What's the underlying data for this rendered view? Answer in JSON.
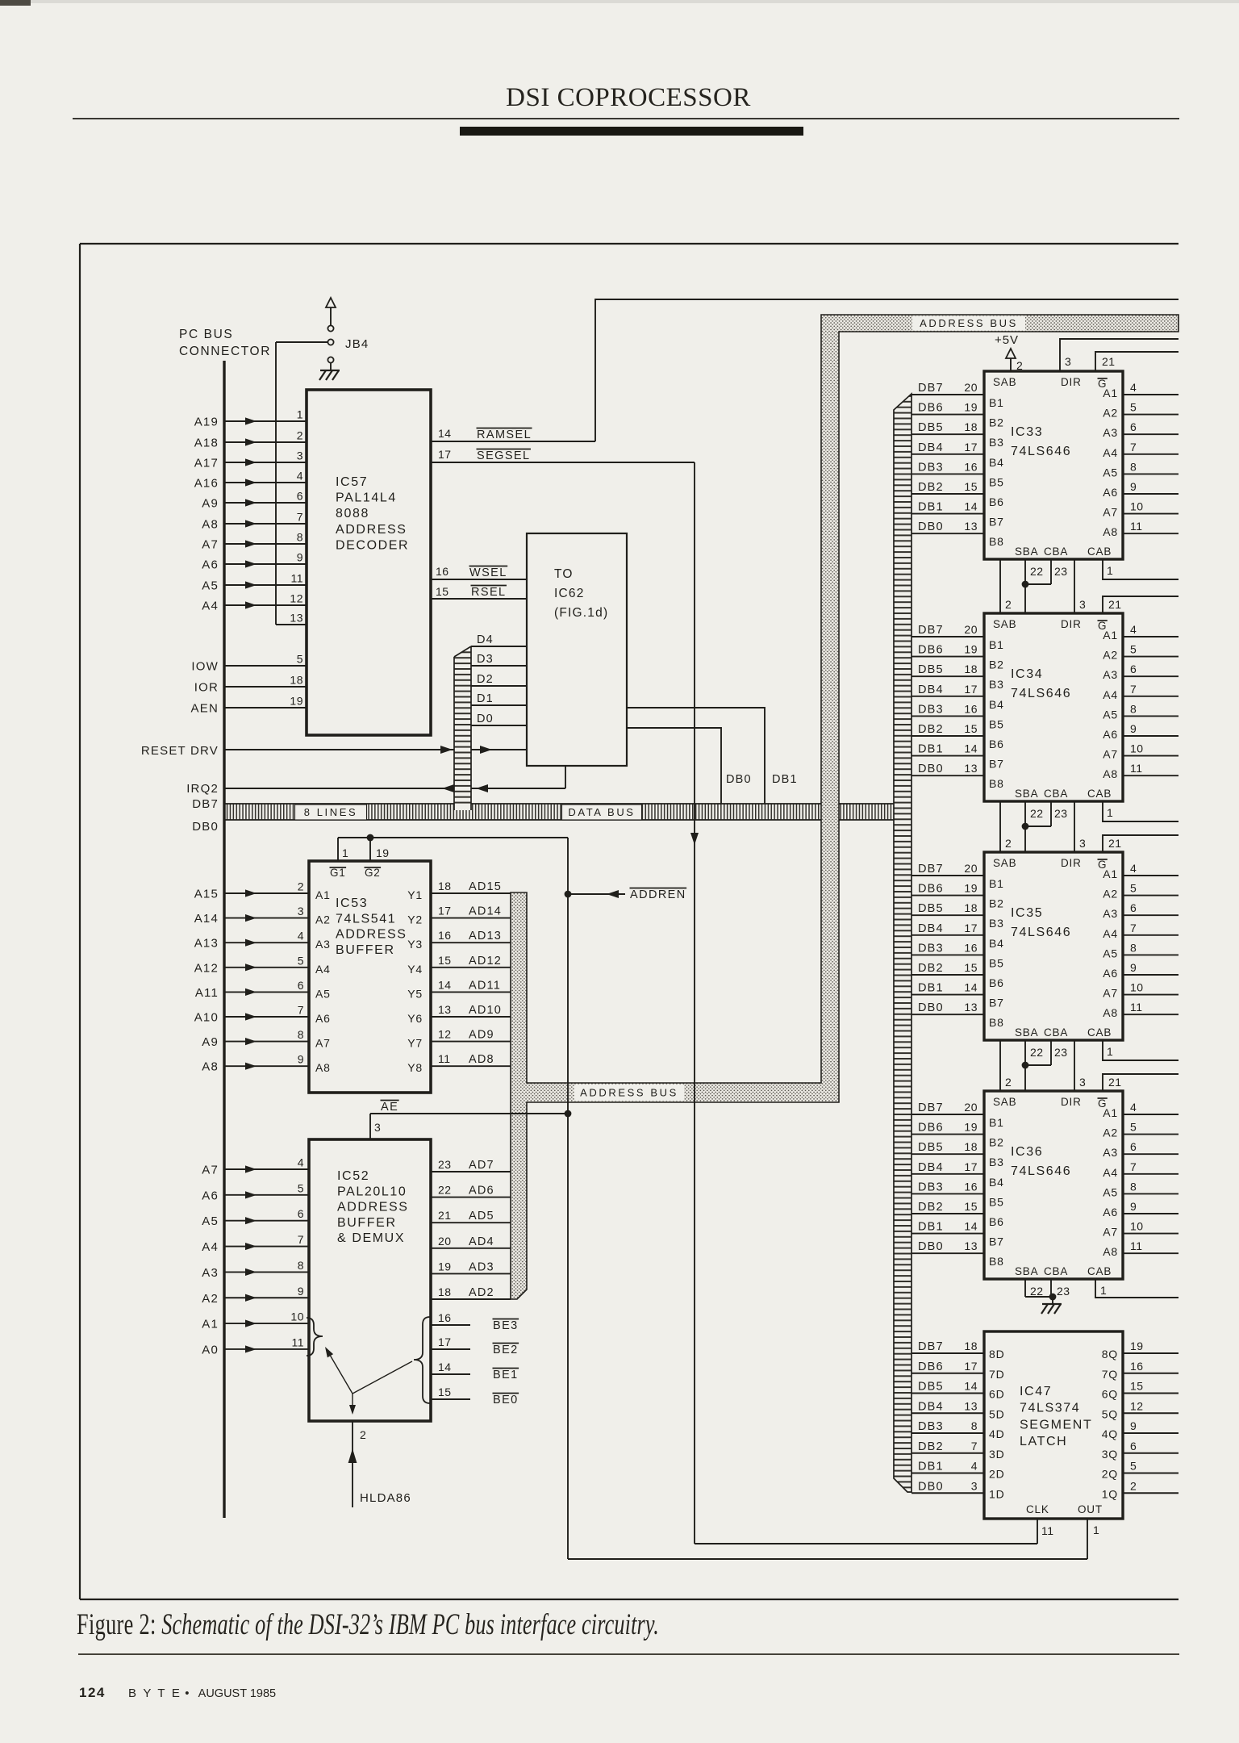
{
  "header": {
    "title": "DSI COPROCESSOR"
  },
  "caption": {
    "label": "Figure 2:",
    "text": "Schematic of the DSI-32’s IBM PC bus interface circuitry."
  },
  "footer": {
    "page_number": "124",
    "magazine": "B Y T E",
    "bullet": "•",
    "issue": "AUGUST 1985"
  },
  "colors": {
    "paper": "#f0efea",
    "ink": "#201f1b"
  },
  "schematic": {
    "pc_bus_label": [
      "PC BUS",
      "CONNECTOR"
    ],
    "jumper_label": "JB4",
    "plus5v_label": "+5V",
    "reset_label": "RESET DRV",
    "irq_label": "IRQ2",
    "db7_label": "DB7",
    "db0_label": "DB0",
    "eight_lines_label": "8 LINES",
    "data_bus_label": "DATA BUS",
    "address_bus_label_top": "ADDRESS BUS",
    "address_bus_label_mid": "ADDRESS BUS",
    "addren_label": "ADDREN",
    "ae_label": "AE",
    "ae_pin": "3",
    "hlda_label": "HLDA86",
    "hlda_pin": "2",
    "db_drop_labels": [
      "DB0",
      "DB1"
    ],
    "ic57": {
      "title": [
        "IC57",
        "PAL14L4",
        "8088",
        "ADDRESS",
        "DECODER"
      ],
      "left_pins": [
        {
          "pin": "1",
          "signal": "A19"
        },
        {
          "pin": "2",
          "signal": "A18"
        },
        {
          "pin": "3",
          "signal": "A17"
        },
        {
          "pin": "4",
          "signal": "A16"
        },
        {
          "pin": "6",
          "signal": "A9"
        },
        {
          "pin": "7",
          "signal": "A8"
        },
        {
          "pin": "8",
          "signal": "A7"
        },
        {
          "pin": "9",
          "signal": "A6"
        },
        {
          "pin": "11",
          "signal": "A5"
        },
        {
          "pin": "12",
          "signal": "A4"
        },
        {
          "pin": "13",
          "signal": ""
        }
      ],
      "ctrl_pins": [
        {
          "pin": "5",
          "signal": "IOW"
        },
        {
          "pin": "18",
          "signal": "IOR"
        },
        {
          "pin": "19",
          "signal": "AEN"
        }
      ],
      "sel_outputs": [
        {
          "pin": "14",
          "signal": "RAMSEL"
        },
        {
          "pin": "17",
          "signal": "SEGSEL"
        }
      ],
      "rw_outputs": [
        {
          "pin": "16",
          "signal": "WSEL"
        },
        {
          "pin": "15",
          "signal": "RSEL"
        }
      ]
    },
    "ic62": {
      "title": [
        "TO",
        "IC62",
        "(FIG.1d)"
      ],
      "d_pins": [
        "D4",
        "D3",
        "D2",
        "D1",
        "D0"
      ]
    },
    "ic53": {
      "title": [
        "IC53",
        "74LS541",
        "ADDRESS",
        "BUFFER"
      ],
      "g_labels": [
        "G1",
        "G2"
      ],
      "g_pins": [
        "1",
        "19"
      ],
      "inputs": [
        {
          "pin": "2",
          "signal": "A15",
          "port": "A1"
        },
        {
          "pin": "3",
          "signal": "A14",
          "port": "A2"
        },
        {
          "pin": "4",
          "signal": "A13",
          "port": "A3"
        },
        {
          "pin": "5",
          "signal": "A12",
          "port": "A4"
        },
        {
          "pin": "6",
          "signal": "A11",
          "port": "A5"
        },
        {
          "pin": "7",
          "signal": "A10",
          "port": "A6"
        },
        {
          "pin": "8",
          "signal": "A9",
          "port": "A7"
        },
        {
          "pin": "9",
          "signal": "A8",
          "port": "A8"
        }
      ],
      "outputs": [
        {
          "pin": "18",
          "signal": "AD15",
          "port": "Y1"
        },
        {
          "pin": "17",
          "signal": "AD14",
          "port": "Y2"
        },
        {
          "pin": "16",
          "signal": "AD13",
          "port": "Y3"
        },
        {
          "pin": "15",
          "signal": "AD12",
          "port": "Y4"
        },
        {
          "pin": "14",
          "signal": "AD11",
          "port": "Y5"
        },
        {
          "pin": "13",
          "signal": "AD10",
          "port": "Y6"
        },
        {
          "pin": "12",
          "signal": "AD9",
          "port": "Y7"
        },
        {
          "pin": "11",
          "signal": "AD8",
          "port": "Y8"
        }
      ]
    },
    "ic52": {
      "title": [
        "IC52",
        "PAL20L10",
        "ADDRESS",
        "BUFFER",
        "& DEMUX"
      ],
      "inputs": [
        {
          "pin": "4",
          "signal": "A7"
        },
        {
          "pin": "5",
          "signal": "A6"
        },
        {
          "pin": "6",
          "signal": "A5"
        },
        {
          "pin": "7",
          "signal": "A4"
        },
        {
          "pin": "8",
          "signal": "A3"
        },
        {
          "pin": "9",
          "signal": "A2"
        },
        {
          "pin": "10",
          "signal": "A1"
        },
        {
          "pin": "11",
          "signal": "A0"
        }
      ],
      "ad_outputs": [
        {
          "pin": "23",
          "signal": "AD7"
        },
        {
          "pin": "22",
          "signal": "AD6"
        },
        {
          "pin": "21",
          "signal": "AD5"
        },
        {
          "pin": "20",
          "signal": "AD4"
        },
        {
          "pin": "19",
          "signal": "AD3"
        },
        {
          "pin": "18",
          "signal": "AD2"
        }
      ],
      "be_outputs": [
        {
          "pin": "16",
          "signal": "BE3"
        },
        {
          "pin": "17",
          "signal": "BE2"
        },
        {
          "pin": "14",
          "signal": "BE1"
        },
        {
          "pin": "15",
          "signal": "BE0"
        }
      ]
    },
    "ic646": {
      "chips": [
        {
          "name": "IC33",
          "part": "74LS646"
        },
        {
          "name": "IC34",
          "part": "74LS646"
        },
        {
          "name": "IC35",
          "part": "74LS646"
        },
        {
          "name": "IC36",
          "part": "74LS646"
        }
      ],
      "b_ports": [
        "B1",
        "B2",
        "B3",
        "B4",
        "B5",
        "B6",
        "B7",
        "B8"
      ],
      "a_ports": [
        "A1",
        "A2",
        "A3",
        "A4",
        "A5",
        "A6",
        "A7",
        "A8"
      ],
      "db_signals": [
        "DB7",
        "DB6",
        "DB5",
        "DB4",
        "DB3",
        "DB2",
        "DB1",
        "DB0"
      ],
      "b_pins": [
        "20",
        "19",
        "18",
        "17",
        "16",
        "15",
        "14",
        "13"
      ],
      "a_pins": [
        "4",
        "5",
        "6",
        "7",
        "8",
        "9",
        "10",
        "11"
      ],
      "sab": "SAB",
      "dir": "DIR",
      "g": "G",
      "sba": "SBA",
      "cba": "CBA",
      "cab": "CAB",
      "pin2": "2",
      "pin3": "3",
      "pin21": "21",
      "pin22": "22",
      "pin23": "23",
      "pin1": "1"
    },
    "ic47": {
      "title": [
        "IC47",
        "74LS374",
        "SEGMENT",
        "LATCH"
      ],
      "d_ports": [
        "8D",
        "7D",
        "6D",
        "5D",
        "4D",
        "3D",
        "2D",
        "1D"
      ],
      "q_ports": [
        "8Q",
        "7Q",
        "6Q",
        "5Q",
        "4Q",
        "3Q",
        "2Q",
        "1Q"
      ],
      "db_signals": [
        "DB7",
        "DB6",
        "DB5",
        "DB4",
        "DB3",
        "DB2",
        "DB1",
        "DB0"
      ],
      "d_pins": [
        "18",
        "17",
        "14",
        "13",
        "8",
        "7",
        "4",
        "3"
      ],
      "q_pins": [
        "19",
        "16",
        "15",
        "12",
        "9",
        "6",
        "5",
        "2"
      ],
      "clk": "CLK",
      "out": "OUT",
      "clk_pin": "11",
      "out_pin": "1"
    }
  }
}
